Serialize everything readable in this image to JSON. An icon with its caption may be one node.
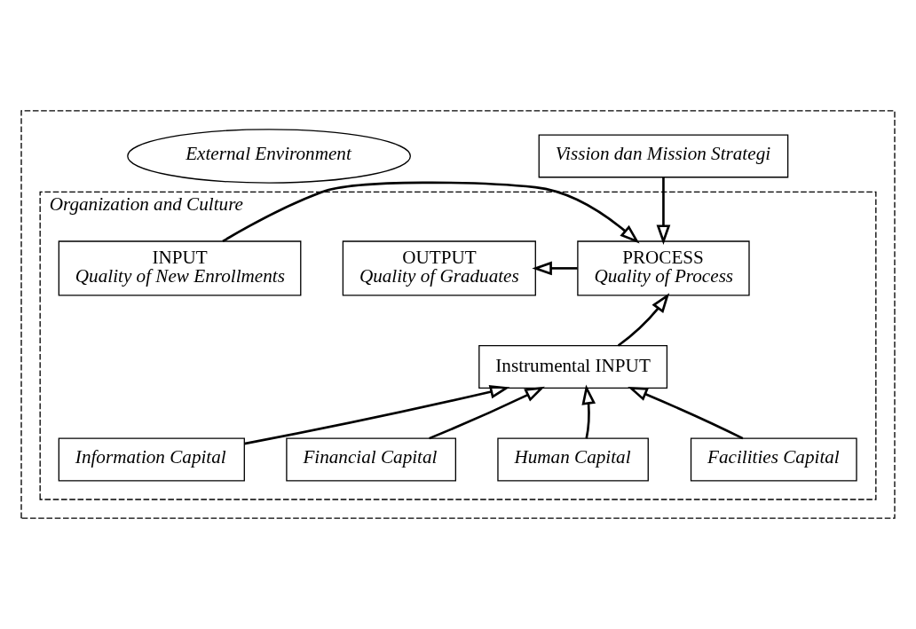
{
  "diagram": {
    "nodes": [
      {
        "text": [],
        "shape": "box"
      },
      {
        "text": [
          "Vission dan Mission Strategi"
        ],
        "in": 0
      },
      {
        "text": [
          "External Environment"
        ],
        "in": 0
      },
      {
        "text": [
          "Organization and Culture"
        ],
        "in": 0
      },
      {
        "text": [
          "INPUT",
          "Quality of New Enrollments"
        ],
        "in": 3
      },
      {
        "text": [
          "PROCESS",
          "Quality of Process"
        ],
        "in": 3
      },
      {
        "text": [
          "OUTPUT",
          "Quality of Graduates"
        ],
        "in": 3
      },
      {
        "text": [
          "Instrumental INPUT"
        ],
        "in": 3
      },
      {
        "text": [
          "Information Capital"
        ],
        "in": 3
      },
      {
        "text": [
          "Financial Capital"
        ],
        "in": 3
      },
      {
        "text": [
          "Human Capital"
        ],
        "in": 3
      },
      {
        "text": [
          "Facilities Capital"
        ],
        "in": 3
      }
    ],
    "edges": [
      {
        "from": 1,
        "to": 5,
        "arrow": "to"
      },
      {
        "from": 4,
        "to": 5,
        "arrow": "to"
      },
      {
        "from": 5,
        "to": 6,
        "arrow": "to"
      },
      {
        "from": 7,
        "to": 5,
        "arrow": "to"
      },
      {
        "from": 8,
        "to": 7,
        "arrow": "to"
      },
      {
        "from": 9,
        "to": 7,
        "arrow": "to"
      },
      {
        "from": 10,
        "to": 7,
        "arrow": "to"
      },
      {
        "from": 11,
        "to": 7,
        "arrow": "to"
      }
    ]
  }
}
